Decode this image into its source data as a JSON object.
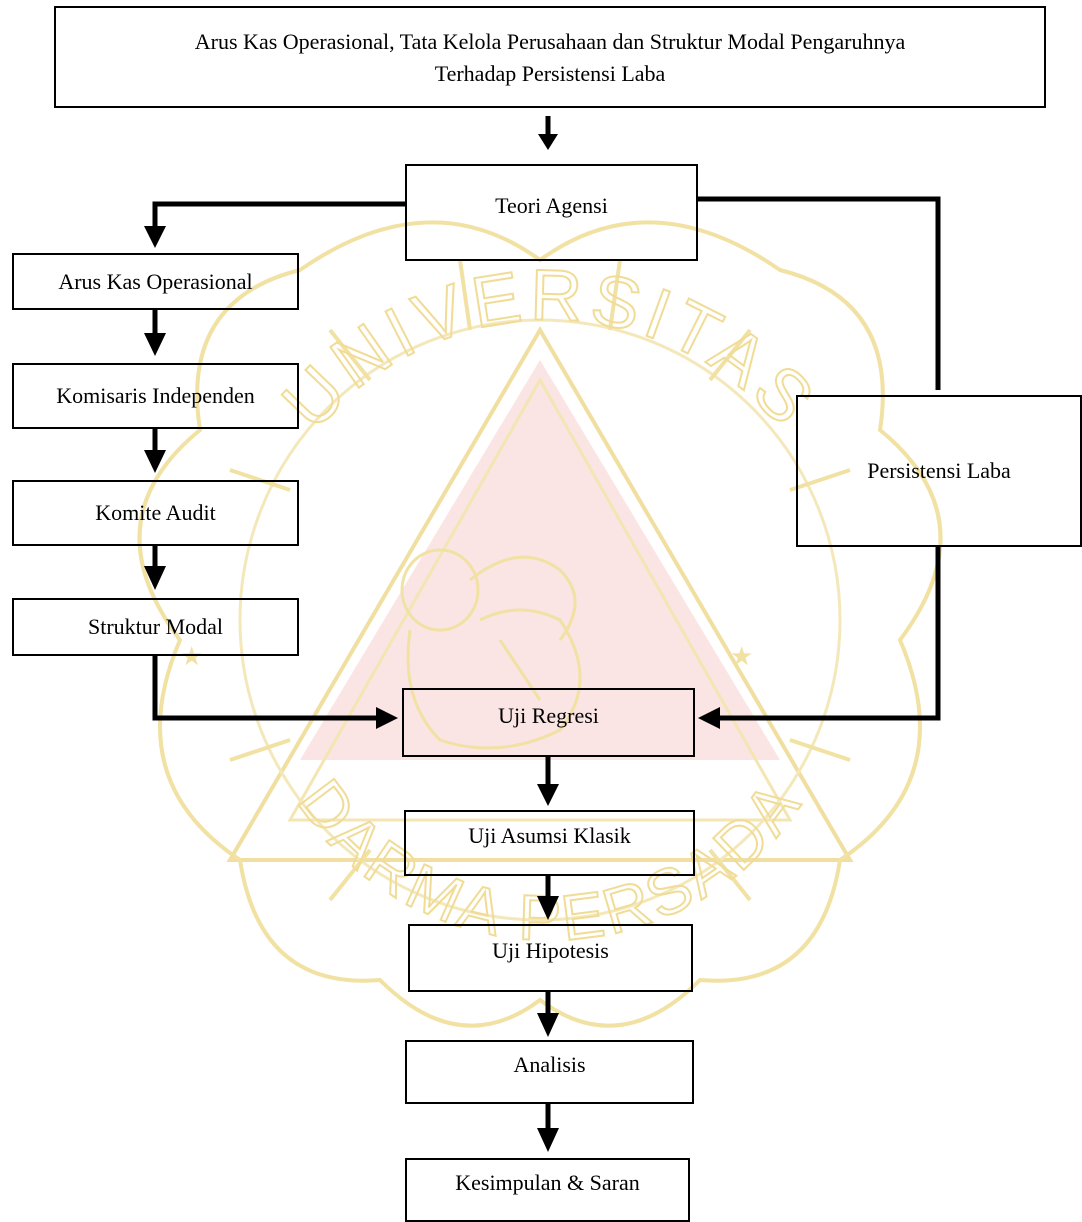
{
  "title_box": {
    "line1": "Arus Kas Operasional, Tata Kelola Perusahaan dan Struktur Modal Pengaruhnya",
    "line2": "Terhadap Persistensi Laba"
  },
  "nodes": {
    "teori_agensi": "Teori Agensi",
    "arus_kas": "Arus Kas Operasional",
    "komisaris": "Komisaris Independen",
    "komite_audit": "Komite Audit",
    "struktur_modal": "Struktur Modal",
    "persistensi_laba": "Persistensi Laba",
    "uji_regresi": "Uji Regresi",
    "uji_asumsi": "Uji Asumsi Klasik",
    "uji_hipotesis": "Uji Hipotesis",
    "analisis": "Analisis",
    "kesimpulan": "Kesimpulan & Saran"
  },
  "watermark": {
    "top_word": "UNIVERSITAS",
    "bottom_word": "DARMA PERSADA",
    "colors": {
      "outline": "#f2e2a0",
      "fill": "#fbe7e7"
    }
  }
}
